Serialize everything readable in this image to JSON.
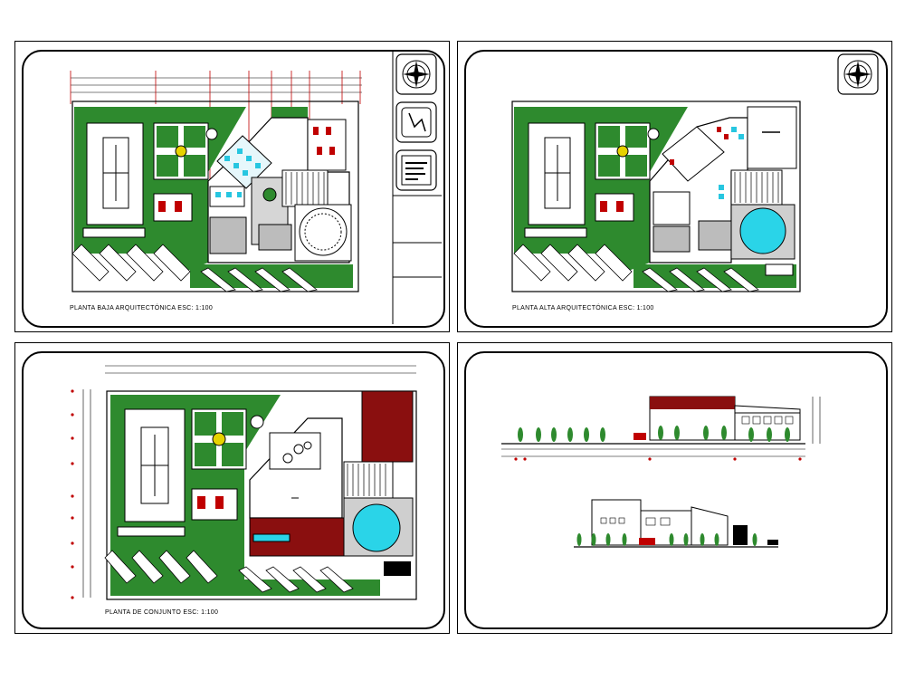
{
  "sheets": {
    "ground_floor": {
      "caption": "PLANTA BAJA ARQUITECTÓNICA ESC: 1:100"
    },
    "upper_floor": {
      "caption": "PLANTA ALTA ARQUITECTÓNICA ESC: 1:100"
    },
    "site_plan": {
      "caption": "PLANTA DE CONJUNTO ESC: 1:100"
    },
    "elevations": {}
  },
  "colors": {
    "grass": "#2e8a2e",
    "grass_dark": "#1f6a1f",
    "roof_red": "#8a0f0f",
    "pool_cyan": "#2ad4e8",
    "dim_red": "#c00000",
    "line": "#000000"
  },
  "icons": [
    "north-arrow-icon",
    "sheet-logo-icon",
    "title-block-icon"
  ]
}
